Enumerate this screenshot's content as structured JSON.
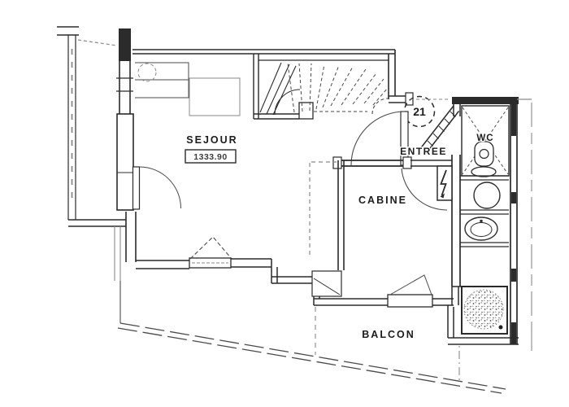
{
  "page": {
    "background": "#ffffff",
    "kind": "scanned architectural floor plan"
  },
  "palette": {
    "ink": "#2b2b2b",
    "ink_mid": "#555555",
    "ink_light": "#8a8a8a"
  },
  "plan": {
    "unit_number": "21",
    "rooms": {
      "sejour": {
        "label": "SEJOUR",
        "area_stamp": "1333.90"
      },
      "entree": {
        "label": "ENTREE"
      },
      "cabine": {
        "label": "CABINE"
      },
      "wc": {
        "label": "WC"
      },
      "balcon": {
        "label": "BALCON"
      }
    },
    "icons": {
      "staircase": "winder-staircase-icon",
      "toilet": "toilet-icon",
      "washbasin": "round-basin-icon",
      "sink": "oval-sink-icon",
      "shower": "shower-tray-icon",
      "electrical_panel": "lightning-panel-icon",
      "door_swings": "door-swing-arc-icon",
      "tilt_window": "dashed-tilt-window-icon"
    }
  }
}
